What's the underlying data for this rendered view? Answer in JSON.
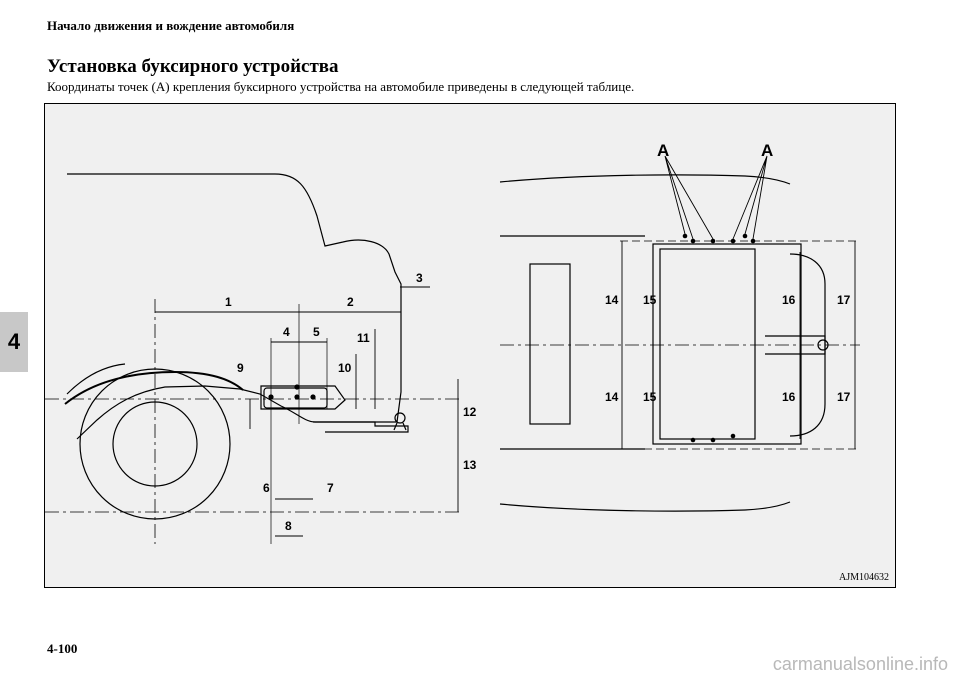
{
  "header": {
    "section": "Начало движения и вождение автомобиля"
  },
  "page": {
    "title": "Установка буксирного устройства",
    "subtitle": "Координаты точек (A) крепления буксирного устройства на автомобиле приведены в следующей таблице.",
    "chapter": "4",
    "page_number": "4-100"
  },
  "figure": {
    "code": "AJM104632",
    "point_label": "A",
    "side_labels": [
      "1",
      "2",
      "3",
      "4",
      "5",
      "6",
      "7",
      "8",
      "9",
      "10",
      "11",
      "12",
      "13"
    ],
    "bottom_labels": [
      "14",
      "15",
      "16",
      "17"
    ]
  },
  "watermark": "carmanualsonline.info"
}
